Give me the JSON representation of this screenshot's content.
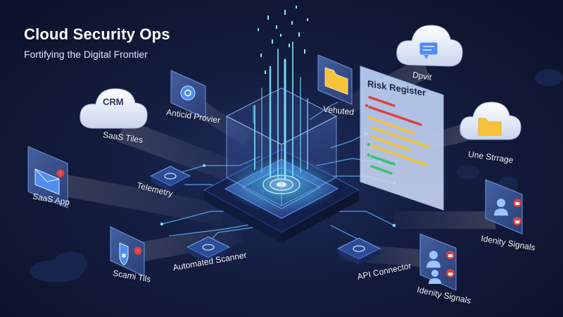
{
  "header": {
    "title": "Cloud Security Ops",
    "subtitle": "Fortifying the Digital Frontier"
  },
  "nodes": {
    "crm_cloud": "CRM",
    "saas_tiles_top": "SaaS Tiles",
    "saas_app": "SaaS App",
    "scami_tils": "Scami Tils",
    "anticid_provier": "Anticid Provier",
    "telemetry": "Telemetry",
    "automated_scanner": "Automated Scanner",
    "vehuted": "Vehuted",
    "risk_register": "Risk Register",
    "dpvit": "Dpvit",
    "une_strrage": "Une Strrage",
    "api_connector": "API Connector",
    "idenity_signals_right": "Idenity Signals",
    "idenity_signals_bottom": "Idenity Signals"
  },
  "colors": {
    "accent_cyan": "#4fd3ff",
    "panel_blue": "#3a5ea8",
    "folder_yellow": "#f5c33b",
    "alert_red": "#e0413c",
    "bar_red": "#e0413c",
    "bar_yellow": "#f4c430",
    "bar_green": "#33c46a",
    "cloud_white": "#eef2fb"
  },
  "icons": {
    "crm": "cloud-icon",
    "mail": "envelope-icon",
    "shield": "shield-icon",
    "folder": "folder-icon",
    "chat": "chat-bubble-icon",
    "user": "user-icon",
    "lock": "lock-icon",
    "gear": "gear-icon"
  }
}
